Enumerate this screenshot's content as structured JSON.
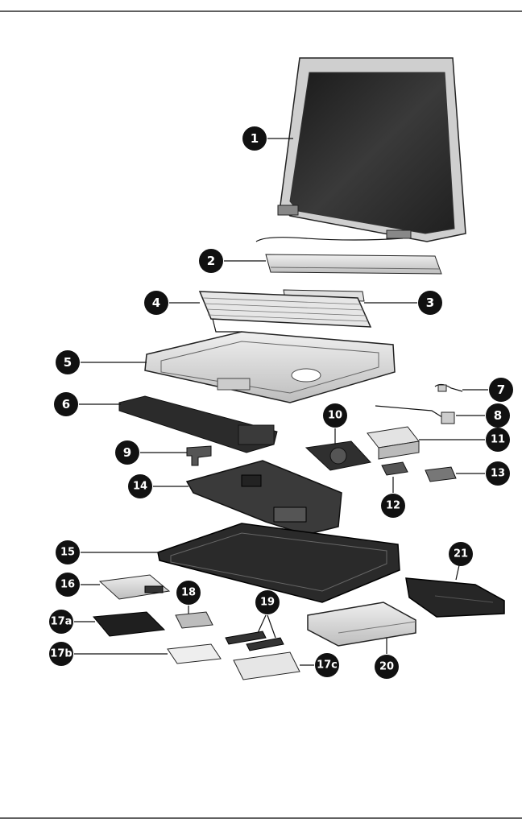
{
  "figure": {
    "callouts": {
      "c1": "1",
      "c2": "2",
      "c3": "3",
      "c4": "4",
      "c5": "5",
      "c6": "6",
      "c7": "7",
      "c8": "8",
      "c9": "9",
      "c10": "10",
      "c11": "11",
      "c12": "12",
      "c13": "13",
      "c14": "14",
      "c15": "15",
      "c16": "16",
      "c17a": "17a",
      "c17b": "17b",
      "c17c": "17c",
      "c18": "18",
      "c19": "19",
      "c20": "20",
      "c21": "21"
    },
    "colors": {
      "ink": "#111111",
      "panel": "#2a2a2a",
      "metal": "#d8d8d8",
      "paper": "#ffffff"
    }
  }
}
